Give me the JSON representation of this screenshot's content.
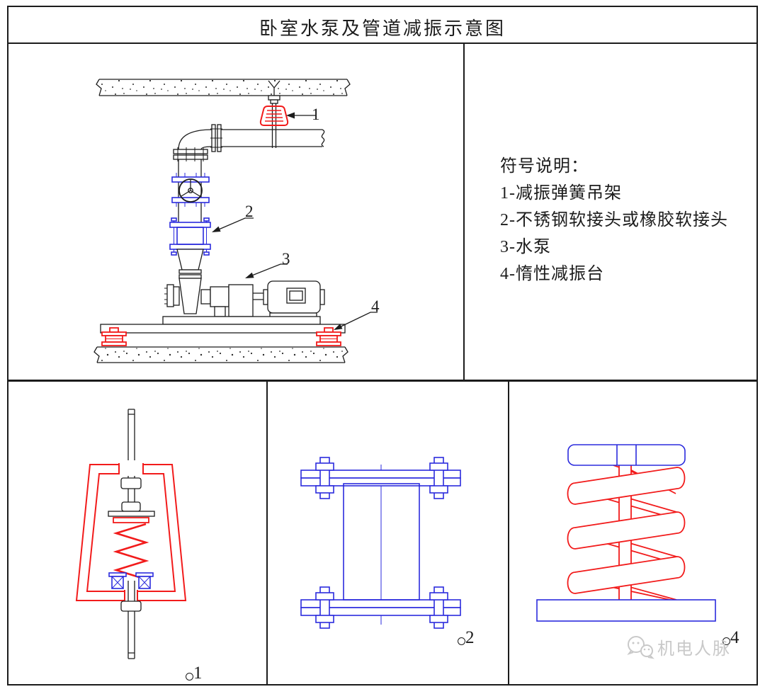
{
  "page": {
    "title": "卧室水泵及管道减振示意图"
  },
  "legend": {
    "heading": "符号说明：",
    "items": [
      "1-减振弹簧吊架",
      "2-不锈钢软接头或橡胶软接头",
      "3-水泵",
      "4-惰性减振台"
    ]
  },
  "main_diagram": {
    "callouts": {
      "spring_hanger": "1",
      "flexible_joint": "2",
      "pump": "3",
      "inertia_base": "4"
    }
  },
  "details": {
    "spring_hanger_label": "1",
    "flexible_joint_label": "2",
    "spring_isolator_label": "4"
  },
  "watermark": {
    "text": "机电人脉",
    "icon": "wechat-icon"
  },
  "colors": {
    "ink": "#1c1c1c",
    "red": "#f21b1b",
    "blue": "#2b2bdd",
    "watermark_gray": "#c9c9c9"
  }
}
